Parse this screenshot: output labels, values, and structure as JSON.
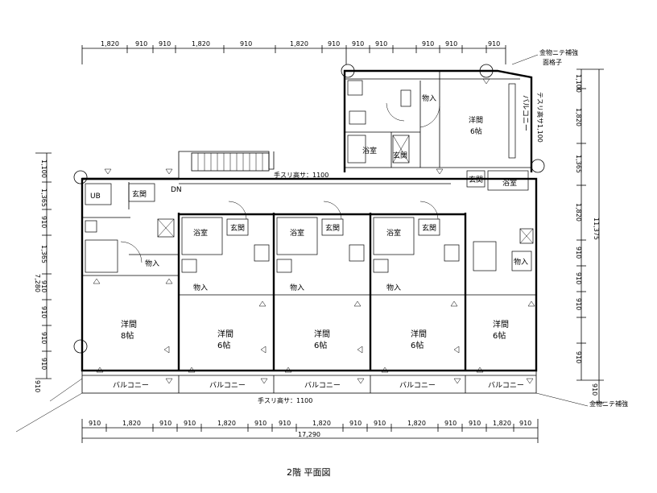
{
  "title": "2階 平面図",
  "dims": {
    "top": [
      "1,820",
      "910",
      "910",
      "1,820",
      "910",
      "1,820",
      "910",
      "910",
      "910",
      "910",
      "910",
      "910"
    ],
    "bottom": [
      "910",
      "1,820",
      "910",
      "910",
      "1,820",
      "910",
      "910",
      "1,820",
      "910",
      "910",
      "1,820",
      "910",
      "910",
      "1,820",
      "910"
    ],
    "bottom_total": "17,290",
    "right": [
      "1,100",
      "1,820",
      "1,365",
      "1,820",
      "910",
      "910",
      "910",
      "910"
    ],
    "right_total": "11,375",
    "right_bottom": "910",
    "left": [
      "1,100",
      "1,365",
      "910",
      "1,365",
      "7,280",
      "910",
      "910",
      "910",
      "910",
      "910"
    ]
  },
  "rooms": {
    "ub": "UB",
    "genkan": "玄関",
    "yokushitsu": "浴室",
    "monoire": "物入",
    "yoma": "洋間",
    "size_8": "8帖",
    "size_6": "6帖",
    "balcony": "バルコニー"
  },
  "notes": {
    "dn": "DN",
    "handrail": "手スリ高サ：1100",
    "kanamono": "金物ニテ補強",
    "mesh": "面格子",
    "balcony_h": "テスリ高サ1,100"
  }
}
